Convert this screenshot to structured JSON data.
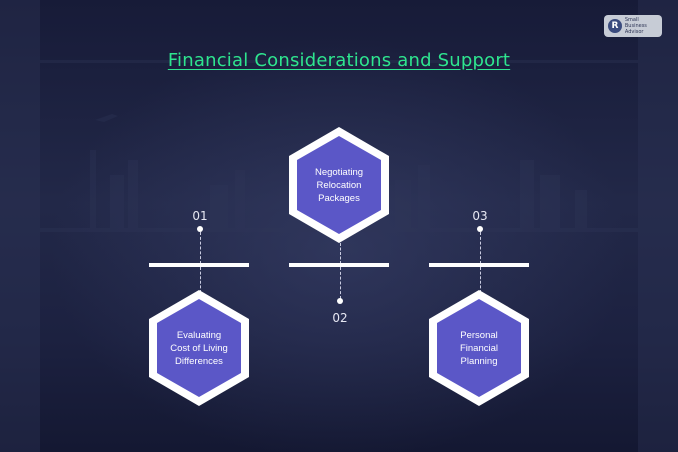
{
  "title": "Financial Considerations and Support",
  "logo": {
    "mark": "R",
    "line1": "Small Business",
    "line2": "Advisor"
  },
  "colors": {
    "background": "#1b1f3e",
    "title": "#2ee58f",
    "hex_fill": "#5b57c7",
    "hex_border": "#ffffff"
  },
  "steps": [
    {
      "number": "01",
      "label": "Evaluating Cost of Living Differences"
    },
    {
      "number": "02",
      "label": "Negotiating Relocation Packages"
    },
    {
      "number": "03",
      "label": "Personal Financial Planning"
    }
  ]
}
